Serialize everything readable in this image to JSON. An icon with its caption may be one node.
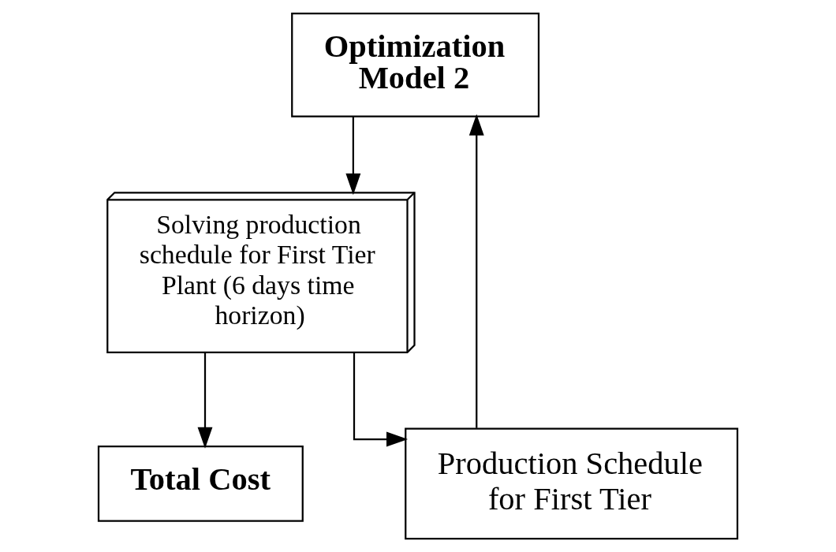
{
  "diagram": {
    "nodes": [
      {
        "text": [
          "Optimization Model 2"
        ]
      },
      {
        "text": [
          "Solving production schedule for First Tier Plant (6 days time horizon)"
        ]
      },
      {
        "text": [
          "Total Cost"
        ]
      },
      {
        "text": [
          "Production Schedule for First Tier"
        ]
      }
    ],
    "edges": [
      {
        "from": 0,
        "to": 1,
        "arrow": "to"
      },
      {
        "from": 1,
        "to": 2,
        "arrow": "to"
      },
      {
        "from": 1,
        "to": 3,
        "arrow": "to"
      },
      {
        "from": 3,
        "to": 0,
        "arrow": "to"
      }
    ]
  }
}
